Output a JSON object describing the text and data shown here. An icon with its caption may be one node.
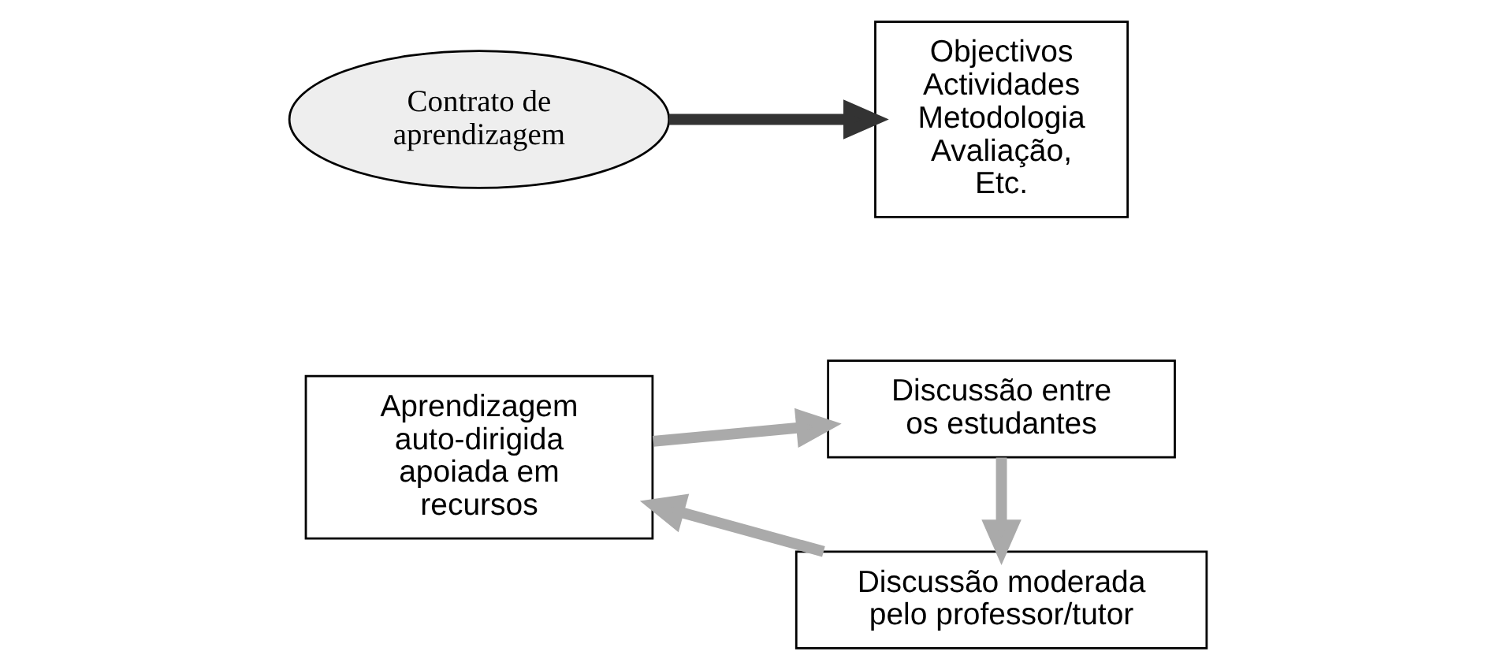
{
  "diagram": {
    "nodes": [
      {
        "text": [
          "Aprendizagem auto-dirigida apoiada em recursos"
        ]
      },
      {
        "text": [
          "Discussão entre os estudantes"
        ]
      },
      {
        "text": [
          "Contrato de aprendizagem"
        ]
      },
      {
        "text": [
          "Objectivos Actividades Metodologia Avaliação, Etc."
        ]
      },
      {
        "text": [
          "Discussão moderada pelo professor/tutor"
        ]
      }
    ],
    "edges": [
      {
        "from": 0,
        "to": 1,
        "arrow": "to"
      },
      {
        "from": 1,
        "to": 4,
        "arrow": "to"
      },
      {
        "from": 4,
        "to": 0,
        "arrow": "to"
      },
      {
        "from": 2,
        "to": 3,
        "arrow": "to",
        "color": "#333333"
      }
    ]
  }
}
